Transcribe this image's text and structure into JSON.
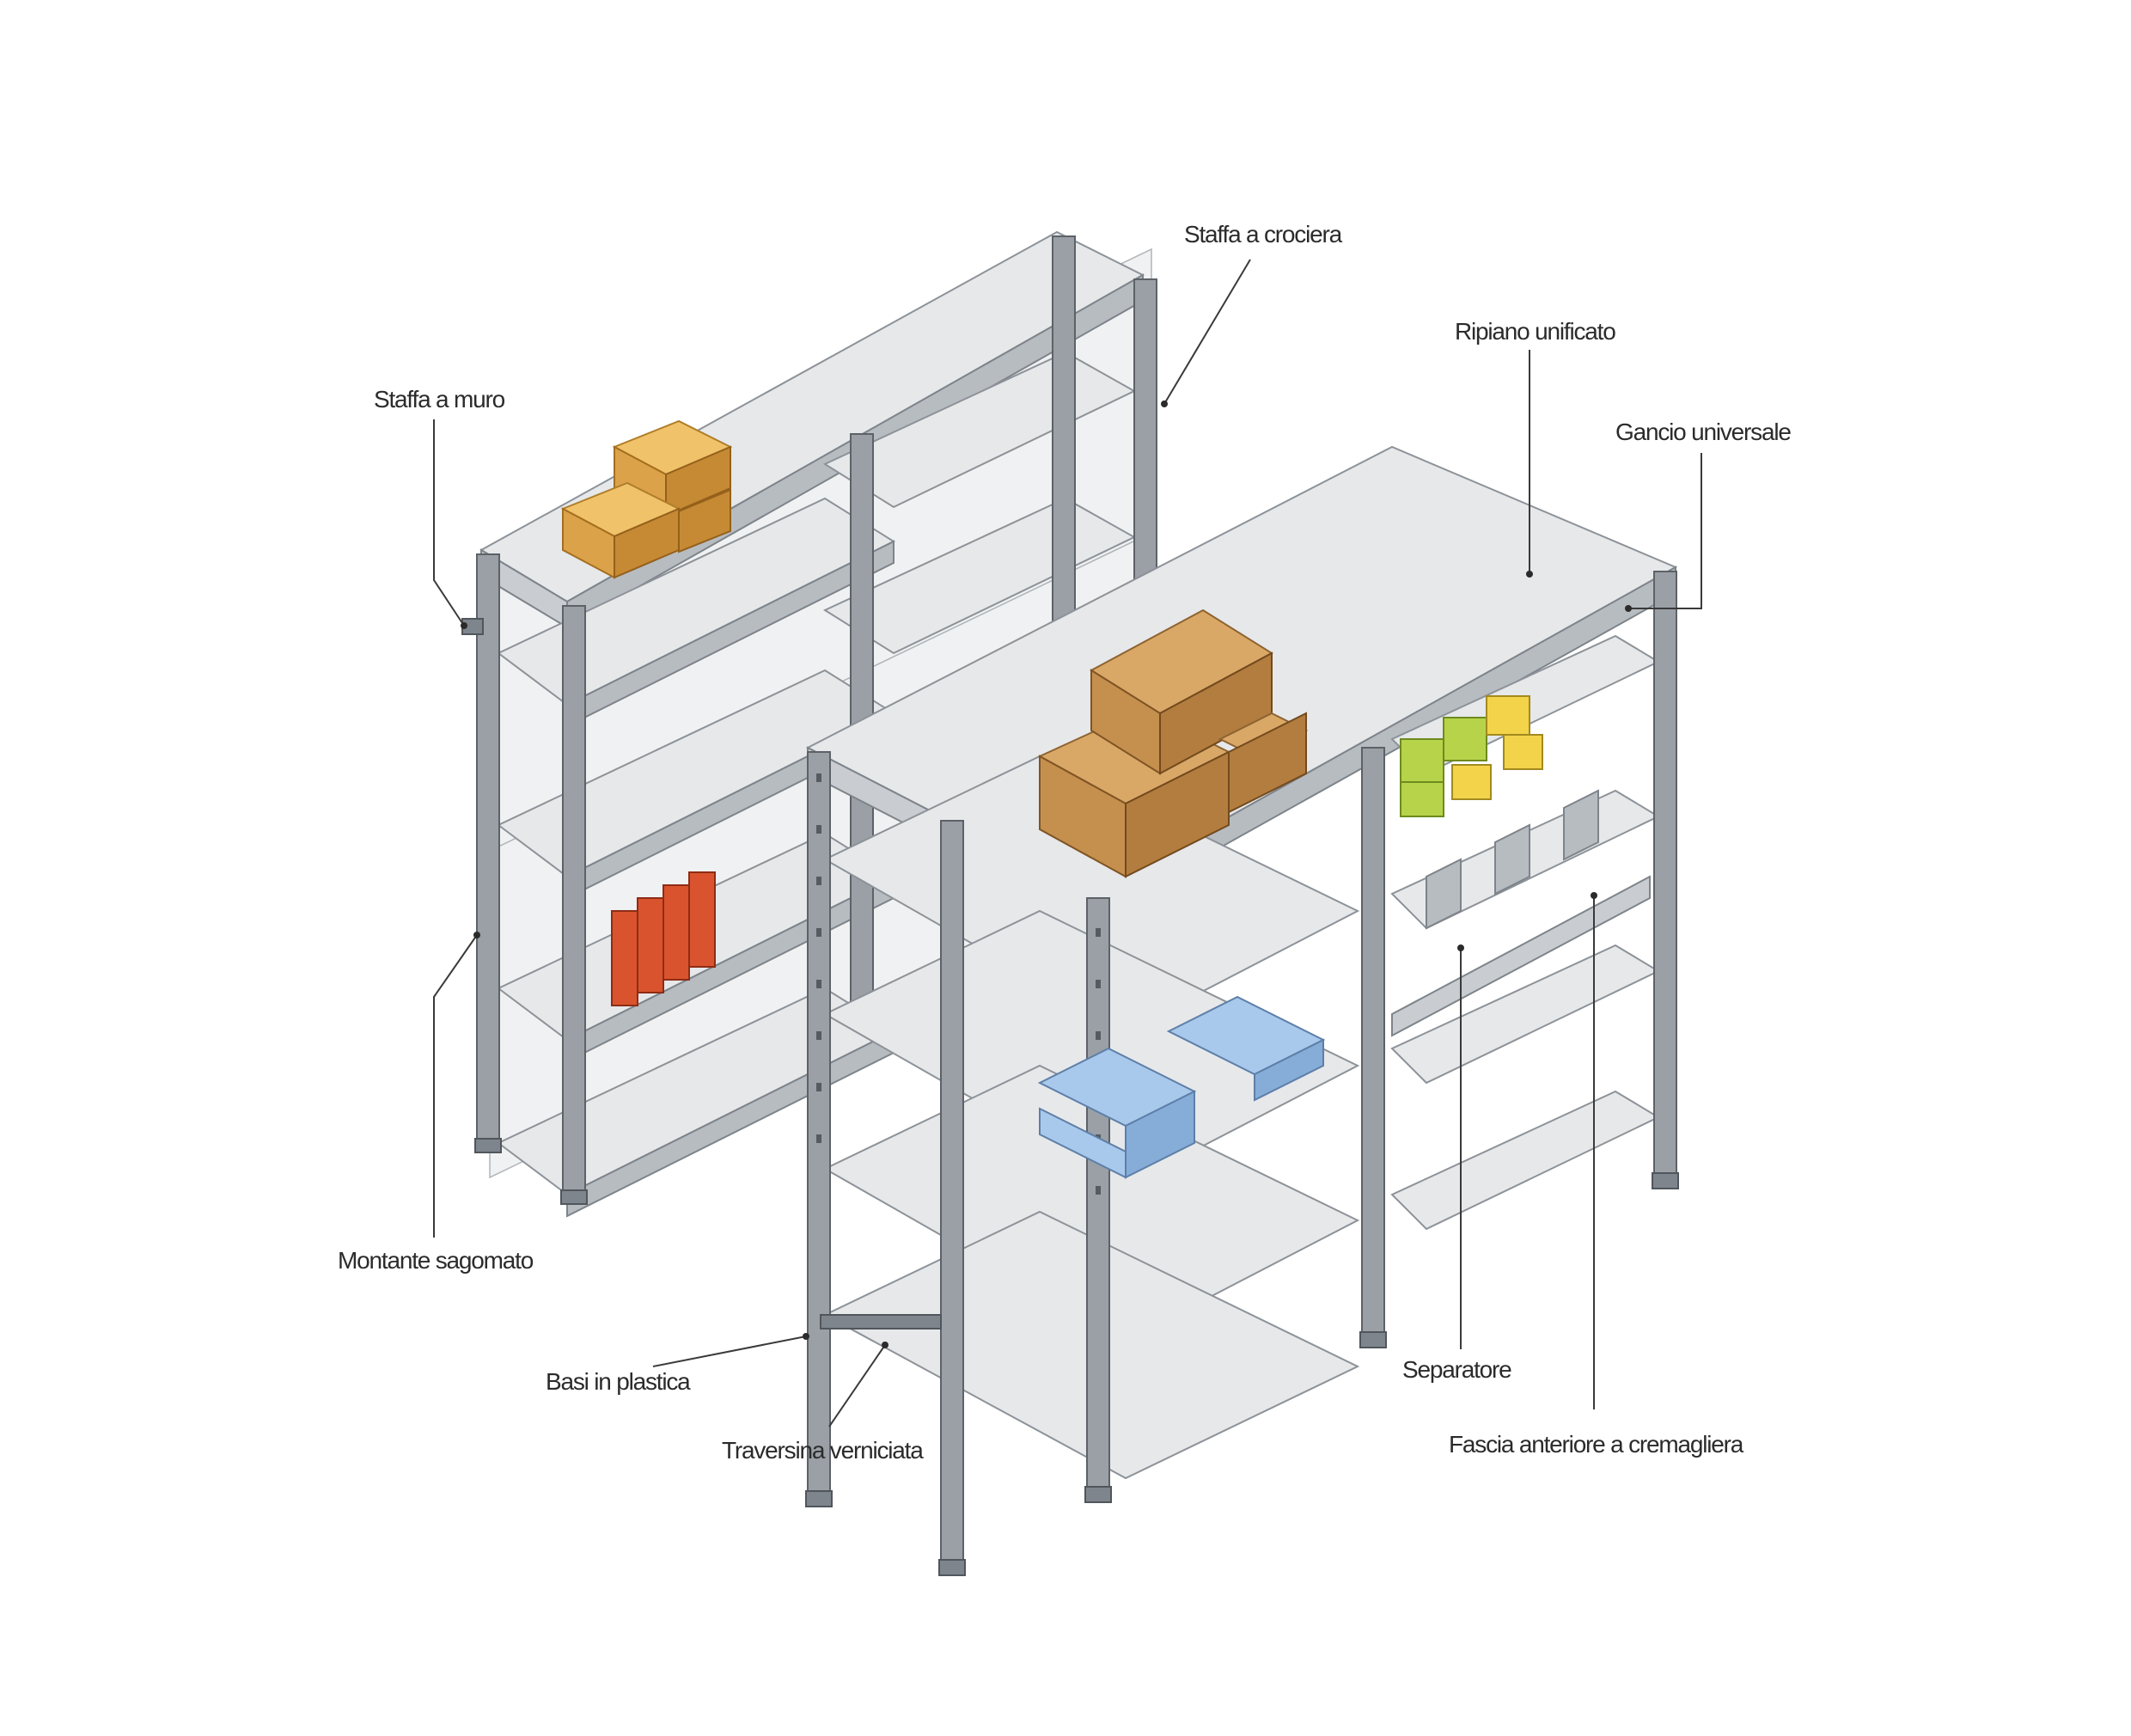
{
  "callouts": {
    "staffa_a_crociera": "Staffa a crociera",
    "ripiano_unificato": "Ripiano unificato",
    "staffa_a_muro": "Staffa a muro",
    "gancio_universale": "Gancio universale",
    "montante_sagomato": "Montante sagomato",
    "basi_in_plastica": "Basi in plastica",
    "traversina_verniciata": "Traversina verniciata",
    "separatore": "Separatore",
    "fascia_anteriore": "Fascia anteriore a cremagliera"
  },
  "colors": {
    "background": "#ffffff",
    "steel_light": "#e6e8ea",
    "steel_mid": "#c9cdd1",
    "steel_dark": "#9aa0a6",
    "cardboard": "#c58f4e",
    "yellow_box": "#f0c36a",
    "blue_file": "#a9c9ec",
    "green_box": "#b7d34a",
    "red_binder": "#d9542e",
    "label_text": "#2b2b2b"
  }
}
